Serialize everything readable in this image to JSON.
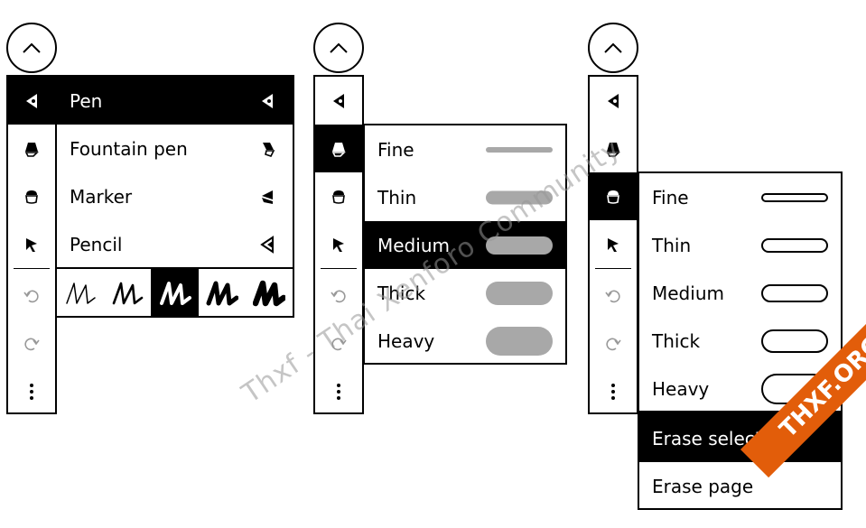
{
  "panel1": {
    "pen_types": [
      {
        "label": "Pen",
        "icon": "pen-icon",
        "selected": true
      },
      {
        "label": "Fountain pen",
        "icon": "fountain-pen-icon",
        "selected": false
      },
      {
        "label": "Marker",
        "icon": "marker-icon",
        "selected": false
      },
      {
        "label": "Pencil",
        "icon": "pencil-icon",
        "selected": false
      }
    ],
    "stroke_samples": [
      "stroke-sample-1",
      "stroke-sample-2",
      "stroke-sample-3",
      "stroke-sample-4",
      "stroke-sample-5"
    ],
    "selected_stroke": 3
  },
  "panel2": {
    "thickness": [
      {
        "label": "Fine",
        "selected": false
      },
      {
        "label": "Thin",
        "selected": false
      },
      {
        "label": "Medium",
        "selected": true
      },
      {
        "label": "Thick",
        "selected": false
      },
      {
        "label": "Heavy",
        "selected": false
      }
    ]
  },
  "panel3": {
    "thickness": [
      {
        "label": "Fine"
      },
      {
        "label": "Thin"
      },
      {
        "label": "Medium"
      },
      {
        "label": "Thick"
      },
      {
        "label": "Heavy"
      }
    ],
    "actions": [
      {
        "label": "Erase selection",
        "selected": true
      },
      {
        "label": "Erase page",
        "selected": false
      }
    ]
  },
  "toolbar": {
    "icons": [
      "pen-icon",
      "highlighter-icon",
      "eraser-icon",
      "lasso-icon",
      "undo-icon",
      "redo-icon",
      "more-icon"
    ],
    "collapse_icon": "chevron-up-icon"
  },
  "watermark": "Thxf - Thai Xenforo Community",
  "banner": "THXF.ORG",
  "colors": {
    "selected_bg": "#000000",
    "bar_gray": "#a8a8a8",
    "banner": "#e25d0a"
  }
}
